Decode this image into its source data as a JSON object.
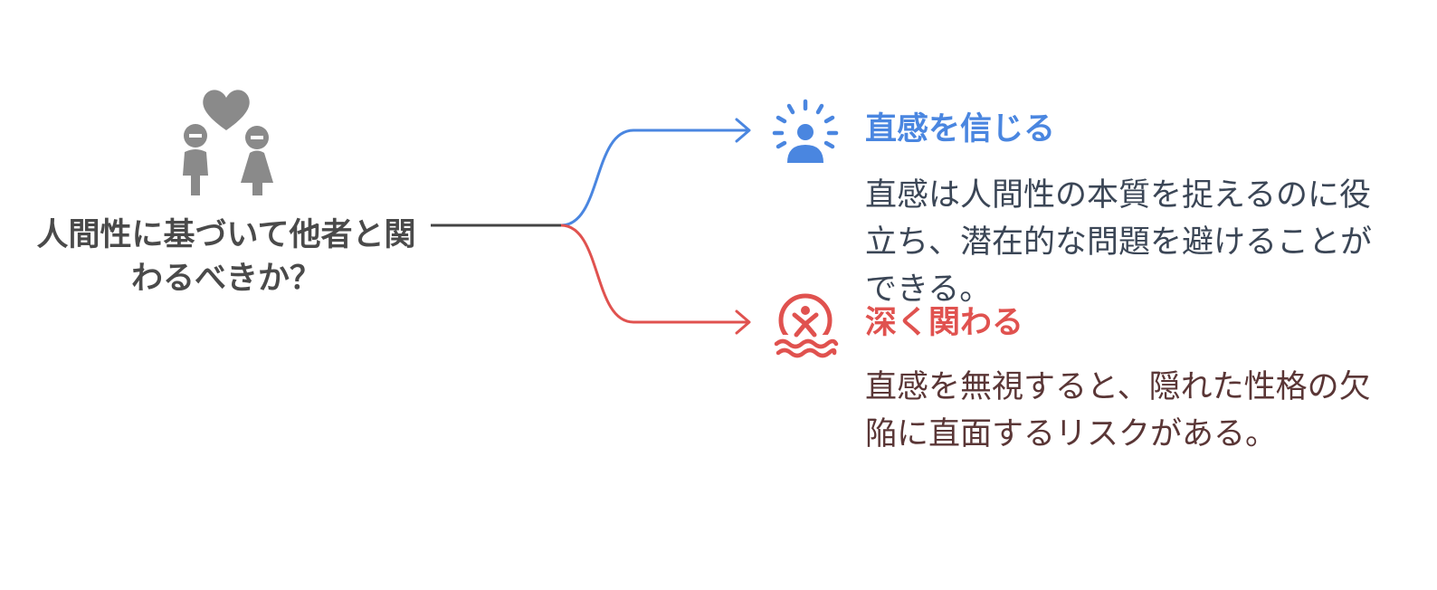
{
  "root": {
    "question": "人間性に基づいて他者と関わるべきか？",
    "icon": "couple-heart-icon"
  },
  "branches": [
    {
      "title": "直感を信じる",
      "description": "直感は人間性の本質を捉えるのに役立ち、潜在的な問題を避けることができる。",
      "icon": "intuition-person-rays-icon",
      "color": "#4a86e0",
      "text_color": "#3b4656"
    },
    {
      "title": "深く関わる",
      "description": "直感を無視すると、隠れた性格の欠陥に直面するリスクがある。",
      "icon": "drowning-person-icon",
      "color": "#e0524f",
      "text_color": "#5a3636"
    }
  ],
  "colors": {
    "root_text": "#4a4a4a",
    "icon_gray": "#8a8a8a",
    "trunk_line": "#444444"
  }
}
